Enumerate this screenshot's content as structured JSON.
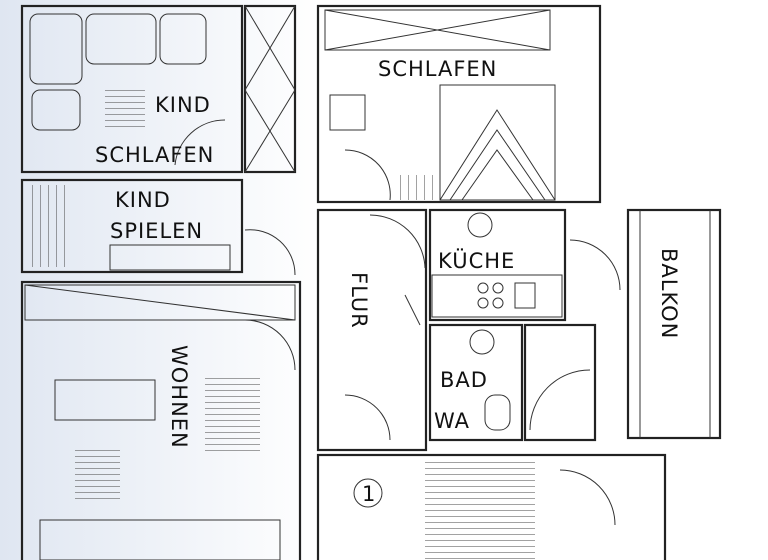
{
  "rooms": {
    "kind_schlafen": {
      "line1": "KIND",
      "line2": "SCHLAFEN"
    },
    "schlafen": "SCHLAFEN",
    "kind_spielen": {
      "line1": "KIND",
      "line2": "SPIELEN"
    },
    "kueche": "KÜCHE",
    "flur": "FLUR",
    "balkon": "BALKON",
    "bad": "BAD",
    "wc": "WA",
    "wohnen": "WOHNEN"
  },
  "stair_number": "1",
  "colors": {
    "line": "#222222",
    "paper": "#ffffff",
    "tint": "#e9eef6"
  }
}
